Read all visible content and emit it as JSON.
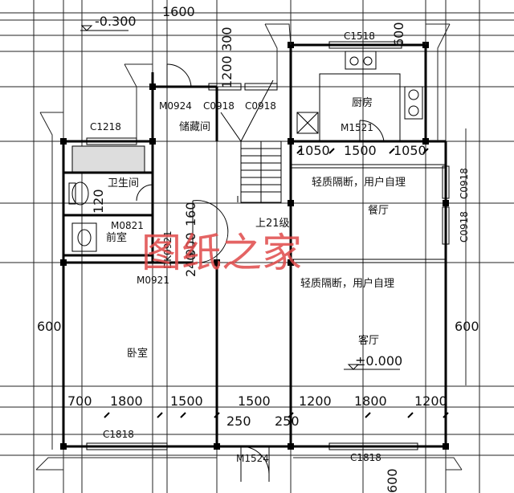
{
  "rooms": {
    "kitchen": "厨房",
    "storage": "储藏间",
    "bathroom": "卫生间",
    "front_room": "前室",
    "dining": "餐厅",
    "living": "客厅",
    "bedroom": "卧室"
  },
  "notes": {
    "partition_top": "轻质隔断，用户自理",
    "partition_bottom": "轻质隔断，用户自理",
    "stairs": "上21级"
  },
  "elevations": {
    "outside": "-0.300",
    "living": "±0.000"
  },
  "openings": {
    "c1518": "C1518",
    "m0924": "M0924",
    "c0918_a": "C0918",
    "c0918_b": "C0918",
    "m1521": "M1521",
    "c1218": "C1218",
    "m0821": "M0821",
    "m0921": "M0921",
    "dk0921": "DK0921",
    "c0918_right_a": "C0918",
    "c0918_right_b": "C0918",
    "c1818_left": "C1818",
    "c1818_right": "C1818",
    "m1524": "M1524"
  },
  "dimensions": {
    "top_1600": "1600",
    "top_300": "300",
    "top_1200": "1200",
    "top_600": "600",
    "k_1050_a": "1050",
    "k_1500": "1500",
    "k_1050_b": "1050",
    "v_160": "160",
    "v_900": "900",
    "v_240": "240",
    "v_120": "120",
    "left_600": "600",
    "right_600": "600",
    "b_700": "700",
    "b_1800_a": "1800",
    "b_1500_a": "1500",
    "b_1500_b": "1500",
    "b_1200_a": "1200",
    "b_1800_b": "1800",
    "b_1200_b": "1200",
    "b_250_a": "250",
    "b_250_b": "250",
    "bottom_600": "600"
  },
  "watermark": "图纸之家"
}
